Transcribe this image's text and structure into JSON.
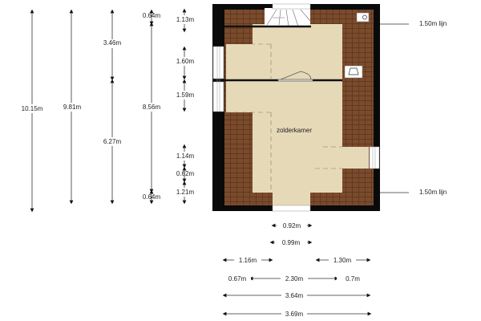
{
  "room_label": "zolderkamer",
  "roof_lines": [
    "1.50m lijn",
    "1.50m lijn"
  ],
  "vertical_dims": {
    "total_outer": "10.15m",
    "total_inner": "9.81m",
    "upper": "3.46m",
    "lower": "6.27m",
    "top_wall": "0.64m",
    "middle": "8.56m",
    "bottom_wall": "0.64m",
    "seg_1": "1.13m",
    "seg_2": "1.60m",
    "seg_3": "1.59m",
    "seg_4": "1.14m",
    "seg_5": "0.62m",
    "seg_6": "1.21m"
  },
  "horizontal_dims": {
    "row1": "0.92m",
    "row2": "0.99m",
    "row3_left": "1.16m",
    "row3_right": "1.30m",
    "row4_left": "0.67m",
    "row4_mid": "2.30m",
    "row4_right": "0.7m",
    "row5": "3.64m",
    "row6": "3.69m"
  },
  "colors": {
    "wall": "#0a0a0a",
    "roof": "#7a4b2c",
    "floor": "#e6d9b8",
    "window": "#ffffff"
  }
}
